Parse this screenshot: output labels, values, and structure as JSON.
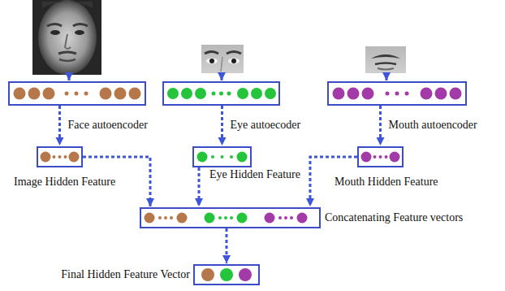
{
  "diagram": {
    "nodes": [
      {
        "text": []
      },
      {
        "text": []
      },
      {
        "text": []
      },
      {
        "text": [
          "Image Hidden Feature"
        ]
      },
      {
        "text": [
          "Eye Hidden Feature"
        ]
      },
      {
        "text": [
          "Mouth Hidden Feature"
        ]
      },
      {
        "text": [
          "Concatenating Feature vectors"
        ]
      },
      {
        "text": [
          "Final Hidden Feature Vector"
        ]
      }
    ],
    "edges": [
      {
        "from": 0,
        "to": 3,
        "arrow": "to",
        "label": "Face autoencoder"
      },
      {
        "from": 1,
        "to": 4,
        "arrow": "to",
        "label": "Eye autoecoder"
      },
      {
        "from": 2,
        "to": 5,
        "arrow": "to",
        "label": "Mouth autoencoder"
      },
      {
        "from": 3,
        "to": 6,
        "arrow": "to"
      },
      {
        "from": 4,
        "to": 6,
        "arrow": "to"
      },
      {
        "from": 5,
        "to": 6,
        "arrow": "to"
      },
      {
        "from": 6,
        "to": 7,
        "arrow": "to"
      }
    ]
  }
}
